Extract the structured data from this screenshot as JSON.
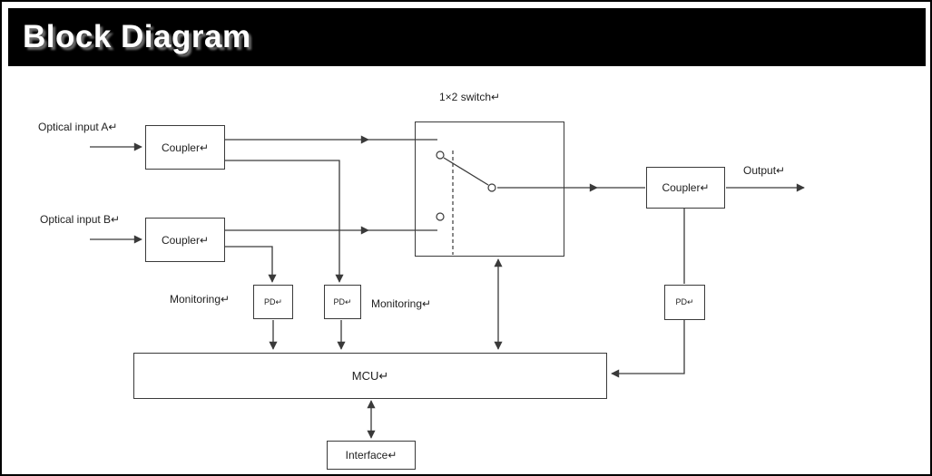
{
  "header": {
    "title": "Block Diagram"
  },
  "diagram": {
    "optical_input_a": "Optical input A↵",
    "optical_input_b": "Optical input B↵",
    "switch_title": "1×2 switch↵",
    "coupler_a": "Coupler↵",
    "coupler_b": "Coupler↵",
    "coupler_out": "Coupler↵",
    "pd_left": "PD↵",
    "pd_mid": "PD↵",
    "pd_right": "PD↵",
    "monitoring_left": "Monitoring↵",
    "monitoring_right": "Monitoring↵",
    "mcu": "MCU↵",
    "interface": "Interface↵",
    "output": "Output↵"
  },
  "colors": {
    "title_bg": "#000000",
    "title_fg": "#ffffff",
    "line": "#3a3a3a"
  }
}
